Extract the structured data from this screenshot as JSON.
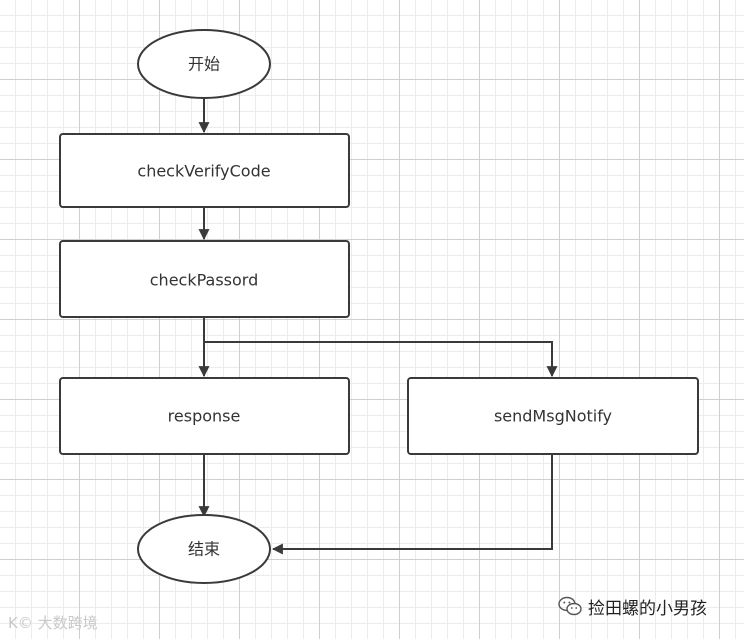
{
  "diagram": {
    "nodes": {
      "start": "开始",
      "check_verify_code": "checkVerifyCode",
      "check_password": "checkPassord",
      "response": "response",
      "send_msg_notify": "sendMsgNotify",
      "end": "结束"
    }
  },
  "watermarks": {
    "left": "大数跨境",
    "left_icon": "kc-logo-icon",
    "right": "捡田螺的小男孩",
    "right_icon": "wechat-icon"
  }
}
